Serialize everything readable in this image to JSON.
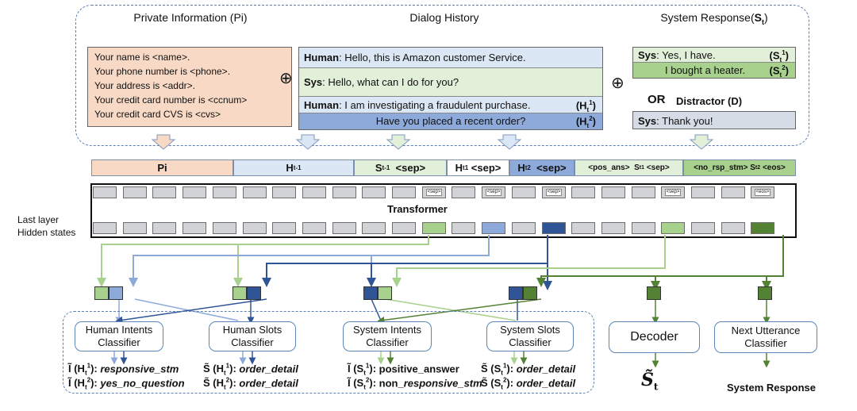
{
  "sections": {
    "private_info": "Private Information (Pi)",
    "dialog_history": "Dialog History",
    "system_response": "System Response(St)"
  },
  "private_info_lines": [
    "Your name is  <name>.",
    "Your phone number is <phone>.",
    "Your address is <addr>.",
    "Your credit card number is <ccnum>",
    "Your credit card CVS is <cvs>"
  ],
  "dialog": [
    {
      "speaker": "Human",
      "text": ": Hello, this is Amazon customer Service.",
      "tag": ""
    },
    {
      "speaker": "Sys",
      "text": ": Hello, what can I do for you?",
      "tag": ""
    },
    {
      "speaker": "Human",
      "text": ": I am investigating a fraudulent purchase.",
      "tag": "(Ht1)"
    },
    {
      "speaker": "",
      "text": "Have you placed a recent order?",
      "tag": "(Ht2)"
    }
  ],
  "system_response": [
    {
      "speaker": "Sys",
      "text": ": Yes, I have.",
      "tag": "(St1)"
    },
    {
      "speaker": "",
      "text": "I bought a heater.",
      "tag": "(St2)"
    }
  ],
  "or_label": "OR",
  "distractor_label": "Distractor (D)",
  "distractor": {
    "speaker": "Sys",
    "text": ": Thank you!"
  },
  "oplus": "⊕",
  "input_segments": {
    "pi": "Pi",
    "h_prev": "Ht-1",
    "s_prev": "St-1  <sep>",
    "h1": "Ht1 <sep>",
    "h2": "Ht2  <sep>",
    "s1": "<pos_ans>  St1 <sep>",
    "s2": "<no_rsp_stm> St2  <eos>"
  },
  "token_sep": "<sep>",
  "token_eos": "<eos>",
  "transformer_label": "Transformer",
  "last_layer_label": "Last layer\nHidden states",
  "classifiers": {
    "human_intents": "Human Intents\nClassifier",
    "human_slots": "Human Slots\nClassifier",
    "system_intents": "System Intents\nClassifier",
    "system_slots": "System Slots\nClassifier",
    "decoder": "Decoder",
    "next_utterance": "Next Utterance\nClassifier"
  },
  "results": {
    "human_intents": [
      {
        "prefix": "Ĩ (Ht1): ",
        "value": "responsive_stm"
      },
      {
        "prefix": "Ĩ (Ht2): ",
        "value": "yes_no_question"
      }
    ],
    "human_slots": [
      {
        "prefix": "S̃ (Ht1): ",
        "value": "order_detail"
      },
      {
        "prefix": "S̃ (Ht2): ",
        "value": "order_detail"
      }
    ],
    "system_intents": [
      {
        "prefix": "Ĩ (St1): ",
        "value": "positive_answer"
      },
      {
        "prefix": "Ĩ (St2): ",
        "value": "non_responsive_stm"
      }
    ],
    "system_slots": [
      {
        "prefix": "S̃ (St1): ",
        "value": "order_detail"
      },
      {
        "prefix": "S̃ (St2): ",
        "value": "order_detail"
      }
    ],
    "decoder_output": "S̃t",
    "next_utterance_output": "System Response"
  },
  "colors": {
    "pi": "#f8d9c6",
    "history_light": "#dbe7f4",
    "sys_green": "#e2efd9",
    "human_blue_mid": "#8eaadb",
    "human_blue_dark": "#2f5597",
    "sys_green_mid": "#a9d18e",
    "sys_green_dark": "#548235",
    "distractor": "#d6dce5"
  }
}
